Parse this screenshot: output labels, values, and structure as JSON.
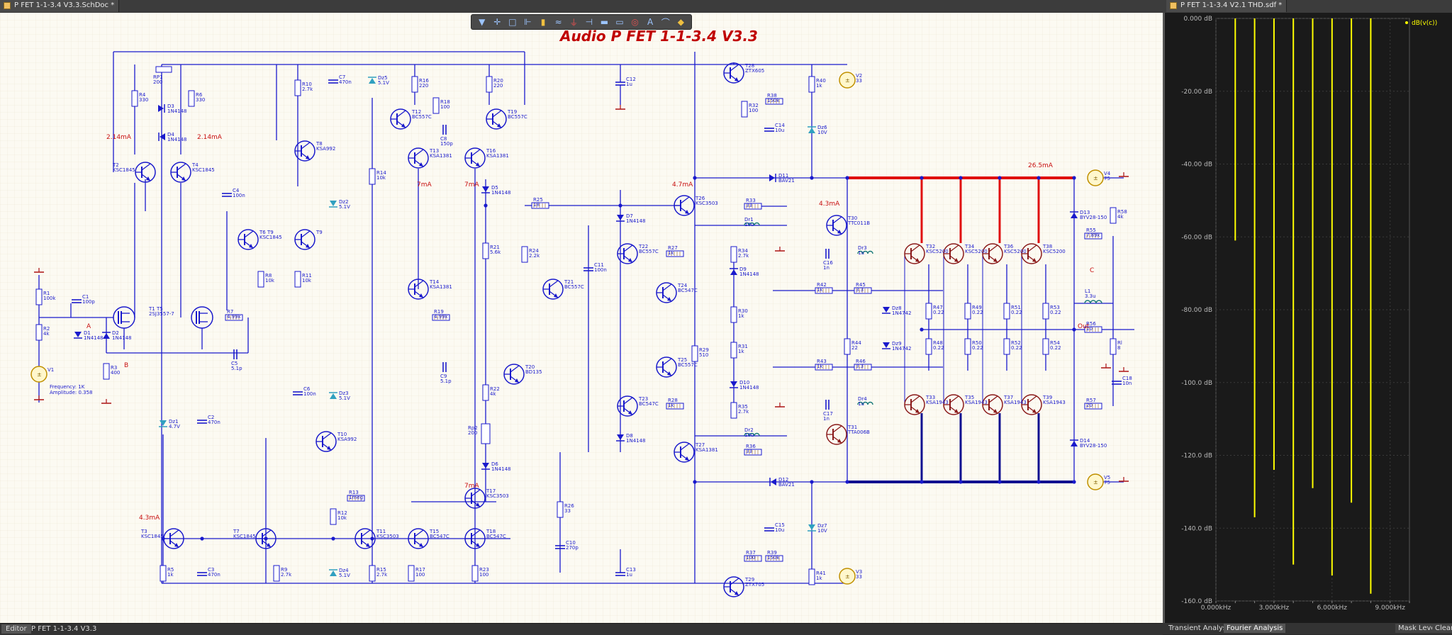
{
  "tabs": {
    "schematic": "P FET 1-1-3.4 V3.3.SchDoc *",
    "simulation": "P FET 1-1-3.4 V2.1 THD.sdf *"
  },
  "schematic": {
    "title": "Audio P FET 1-1-3.4 V3.3",
    "labels": {
      "i_214_left": "2.14mA",
      "i_214_right": "2.14mA",
      "i_7ma_a": "7mA",
      "i_7ma_b": "7mA",
      "i_7ma_c": "7mA",
      "i_47": "4.7mA",
      "i_43_top": "4.3mA",
      "i_43_bot": "4.3mA",
      "i_265": "26.5mA",
      "node_a": "A",
      "node_b": "B",
      "node_c": "C",
      "node_out": "Out",
      "v1_freq": "Frequency: 1K",
      "v1_amp": "Amplitude: 0.358"
    },
    "components": [
      {
        "ref": "R1",
        "val": "100k"
      },
      {
        "ref": "R2",
        "val": "4k"
      },
      {
        "ref": "R3",
        "val": "400"
      },
      {
        "ref": "C1",
        "val": "100p"
      },
      {
        "ref": "D1",
        "val": "1N4148"
      },
      {
        "ref": "D2",
        "val": "1N4148"
      },
      {
        "ref": "V1",
        "val": ""
      },
      {
        "ref": "T1 T5",
        "val": "2SJ3557-7"
      },
      {
        "ref": "R7",
        "val": "4.99k"
      },
      {
        "ref": "C5",
        "val": "5.1p"
      },
      {
        "ref": "R4",
        "val": "330"
      },
      {
        "ref": "RP1",
        "val": "200"
      },
      {
        "ref": "R6",
        "val": "330"
      },
      {
        "ref": "D3",
        "val": "1N4148"
      },
      {
        "ref": "D4",
        "val": "1N4148"
      },
      {
        "ref": "T2",
        "val": "KSC1845"
      },
      {
        "ref": "T4",
        "val": "KSC1845"
      },
      {
        "ref": "C4",
        "val": "100n"
      },
      {
        "ref": "T6 T9",
        "val": "KSC1845"
      },
      {
        "ref": "R8",
        "val": "10k"
      },
      {
        "ref": "R11",
        "val": "10k"
      },
      {
        "ref": "R10",
        "val": "2.7k"
      },
      {
        "ref": "T8",
        "val": "KSA992"
      },
      {
        "ref": "C7",
        "val": "470n"
      },
      {
        "ref": "Dz2",
        "val": "5.1V"
      },
      {
        "ref": "Dz5",
        "val": "5.1V"
      },
      {
        "ref": "R14",
        "val": "10k"
      },
      {
        "ref": "R16",
        "val": "220"
      },
      {
        "ref": "R18",
        "val": "100"
      },
      {
        "ref": "C8",
        "val": "150p"
      },
      {
        "ref": "R20",
        "val": "220"
      },
      {
        "ref": "T12",
        "val": "BC557C"
      },
      {
        "ref": "T19",
        "val": "BC557C"
      },
      {
        "ref": "T13",
        "val": "KSA1381"
      },
      {
        "ref": "T16",
        "val": "KSA1381"
      },
      {
        "ref": "Dz1",
        "val": "4.7V"
      },
      {
        "ref": "C2",
        "val": "470n"
      },
      {
        "ref": "C6",
        "val": "100n"
      },
      {
        "ref": "Dz3",
        "val": "5.1V"
      },
      {
        "ref": "T10",
        "val": "KSA992"
      },
      {
        "ref": "T3",
        "val": "KSC1845"
      },
      {
        "ref": "R5",
        "val": "1k"
      },
      {
        "ref": "C3",
        "val": "470n"
      },
      {
        "ref": "T7",
        "val": "KSC1845"
      },
      {
        "ref": "R9",
        "val": "2.7k"
      },
      {
        "ref": "R13",
        "val": "1meg"
      },
      {
        "ref": "R12",
        "val": "10k"
      },
      {
        "ref": "Dz4",
        "val": "5.1V"
      },
      {
        "ref": "T11",
        "val": "KSC3503"
      },
      {
        "ref": "R15",
        "val": "2.7k"
      },
      {
        "ref": "T14",
        "val": "KSA1381"
      },
      {
        "ref": "R19",
        "val": "4.99k"
      },
      {
        "ref": "C9",
        "val": "5.1p"
      },
      {
        "ref": "T15",
        "val": "BC547C"
      },
      {
        "ref": "R17",
        "val": "100"
      },
      {
        "ref": "T17",
        "val": "KSC3503"
      },
      {
        "ref": "T18",
        "val": "BC547C"
      },
      {
        "ref": "R23",
        "val": "100"
      },
      {
        "ref": "D5",
        "val": "1N4148"
      },
      {
        "ref": "R21",
        "val": "5.6k"
      },
      {
        "ref": "R22",
        "val": "4k"
      },
      {
        "ref": "Rp2",
        "val": "200"
      },
      {
        "ref": "D6",
        "val": "1N4148"
      },
      {
        "ref": "R25",
        "val": "18"
      },
      {
        "ref": "R24",
        "val": "2.2k"
      },
      {
        "ref": "T21",
        "val": "BC557C"
      },
      {
        "ref": "T20",
        "val": "BD135"
      },
      {
        "ref": "C11",
        "val": "100n"
      },
      {
        "ref": "R26",
        "val": "33"
      },
      {
        "ref": "C10",
        "val": "270p"
      },
      {
        "ref": "D7",
        "val": "1N4148"
      },
      {
        "ref": "T22",
        "val": "BC557C"
      },
      {
        "ref": "T24",
        "val": "BC547C"
      },
      {
        "ref": "R27",
        "val": "1k"
      },
      {
        "ref": "T23",
        "val": "BC547C"
      },
      {
        "ref": "T25",
        "val": "BC557C"
      },
      {
        "ref": "R28",
        "val": "1k"
      },
      {
        "ref": "D8",
        "val": "1N4148"
      },
      {
        "ref": "C12",
        "val": "1u"
      },
      {
        "ref": "C13",
        "val": "1u"
      },
      {
        "ref": "T26",
        "val": "KSC3503"
      },
      {
        "ref": "T27",
        "val": "KSA1381"
      },
      {
        "ref": "R29",
        "val": "510"
      },
      {
        "ref": "T28",
        "val": "ZTX605"
      },
      {
        "ref": "R32",
        "val": "100"
      },
      {
        "ref": "R38",
        "val": "150k"
      },
      {
        "ref": "R40",
        "val": "1k"
      },
      {
        "ref": "C14",
        "val": "10u"
      },
      {
        "ref": "Dz6",
        "val": "10V"
      },
      {
        "ref": "V2",
        "val": "33"
      },
      {
        "ref": "D11",
        "val": "BAV21"
      },
      {
        "ref": "R33",
        "val": "33"
      },
      {
        "ref": "Dr1",
        "val": "10u"
      },
      {
        "ref": "R34",
        "val": "2.7k"
      },
      {
        "ref": "D9",
        "val": "1N4148"
      },
      {
        "ref": "R30",
        "val": "1k"
      },
      {
        "ref": "R31",
        "val": "1k"
      },
      {
        "ref": "D10",
        "val": "1N4148"
      },
      {
        "ref": "R35",
        "val": "2.7k"
      },
      {
        "ref": "Dr2",
        "val": "10u"
      },
      {
        "ref": "R36",
        "val": "33"
      },
      {
        "ref": "D12",
        "val": "BAV21"
      },
      {
        "ref": "C15",
        "val": "10u"
      },
      {
        "ref": "Dz7",
        "val": "10V"
      },
      {
        "ref": "R37",
        "val": "100"
      },
      {
        "ref": "R39",
        "val": "150k"
      },
      {
        "ref": "R41",
        "val": "1k"
      },
      {
        "ref": "T29",
        "val": "ZTX705"
      },
      {
        "ref": "V3",
        "val": "33"
      },
      {
        "ref": "T30",
        "val": "TTC011B"
      },
      {
        "ref": "T31",
        "val": "TTA006B"
      },
      {
        "ref": "C16",
        "val": "1n"
      },
      {
        "ref": "C17",
        "val": "1n"
      },
      {
        "ref": "Dr3",
        "val": "1u"
      },
      {
        "ref": "Dr4",
        "val": "1u"
      },
      {
        "ref": "R42",
        "val": "1k"
      },
      {
        "ref": "R43",
        "val": "1k"
      },
      {
        "ref": "R45",
        "val": "3.3"
      },
      {
        "ref": "R46",
        "val": "3.3"
      },
      {
        "ref": "R44",
        "val": "22"
      },
      {
        "ref": "Dz8",
        "val": "1N4742"
      },
      {
        "ref": "Dz9",
        "val": "1N4742"
      },
      {
        "ref": "T32",
        "val": "KSC5200"
      },
      {
        "ref": "T34",
        "val": "KSC5200"
      },
      {
        "ref": "T36",
        "val": "KSC5200"
      },
      {
        "ref": "T38",
        "val": "KSC5200"
      },
      {
        "ref": "T33",
        "val": "KSA1943"
      },
      {
        "ref": "T35",
        "val": "KSA1943"
      },
      {
        "ref": "T37",
        "val": "KSA1943"
      },
      {
        "ref": "T39",
        "val": "KSA1943"
      },
      {
        "ref": "R47",
        "val": "0.22"
      },
      {
        "ref": "R49",
        "val": "0.22"
      },
      {
        "ref": "R51",
        "val": "0.22"
      },
      {
        "ref": "R53",
        "val": "0.22"
      },
      {
        "ref": "R48",
        "val": "0.22"
      },
      {
        "ref": "R50",
        "val": "0.22"
      },
      {
        "ref": "R52",
        "val": "0.22"
      },
      {
        "ref": "R54",
        "val": "0.22"
      },
      {
        "ref": "V4",
        "val": "75"
      },
      {
        "ref": "V5",
        "val": "75"
      },
      {
        "ref": "D13",
        "val": "BYV28-150"
      },
      {
        "ref": "D14",
        "val": "BYV28-150"
      },
      {
        "ref": "R55",
        "val": "7.89k"
      },
      {
        "ref": "R58",
        "val": "4k"
      },
      {
        "ref": "L1",
        "val": "3.3u"
      },
      {
        "ref": "R56",
        "val": "10"
      },
      {
        "ref": "Rl",
        "val": "8"
      },
      {
        "ref": "R57",
        "val": "20"
      },
      {
        "ref": "C18",
        "val": "10n"
      }
    ]
  },
  "toolbar": {
    "icons": [
      "filter-icon",
      "crosshair-icon",
      "select-rect-icon",
      "align-icon",
      "part-icon",
      "wire-icon",
      "ground-icon",
      "port-icon",
      "bus-icon",
      "label-icon",
      "circle-icon",
      "text-icon",
      "diamond-icon"
    ]
  },
  "status": {
    "editor": "Editor",
    "document": "P FET 1-1-3.4 V3.3"
  },
  "plot": {
    "tabs": [
      "Transient Analysis",
      "Fourier Analysis"
    ],
    "active_tab": "Fourier Analysis",
    "buttons": [
      "Mask Level",
      "Clear"
    ],
    "line_color": "#ffff00",
    "chart_data": {
      "type": "bar",
      "legend": "dB(v(c))",
      "legend_placement": "top-right",
      "y_ticks": [
        "0.000 dB",
        "-20.00 dB",
        "-40.00 dB",
        "-60.00 dB",
        "-80.00 dB",
        "-100.0 dB",
        "-120.0 dB",
        "-140.0 dB",
        "-160.0 dB"
      ],
      "x_ticks": [
        "0.000kHz",
        "3.000kHz",
        "6.000kHz",
        "9.000kHz"
      ],
      "ylim": [
        -160,
        0
      ],
      "xlim": [
        0,
        10
      ],
      "harmonics_khz": [
        1,
        2,
        3,
        4,
        5,
        6,
        7,
        8
      ],
      "values_db": [
        -61,
        -137,
        -124,
        -150,
        -129,
        -153,
        -133,
        -158
      ]
    }
  }
}
